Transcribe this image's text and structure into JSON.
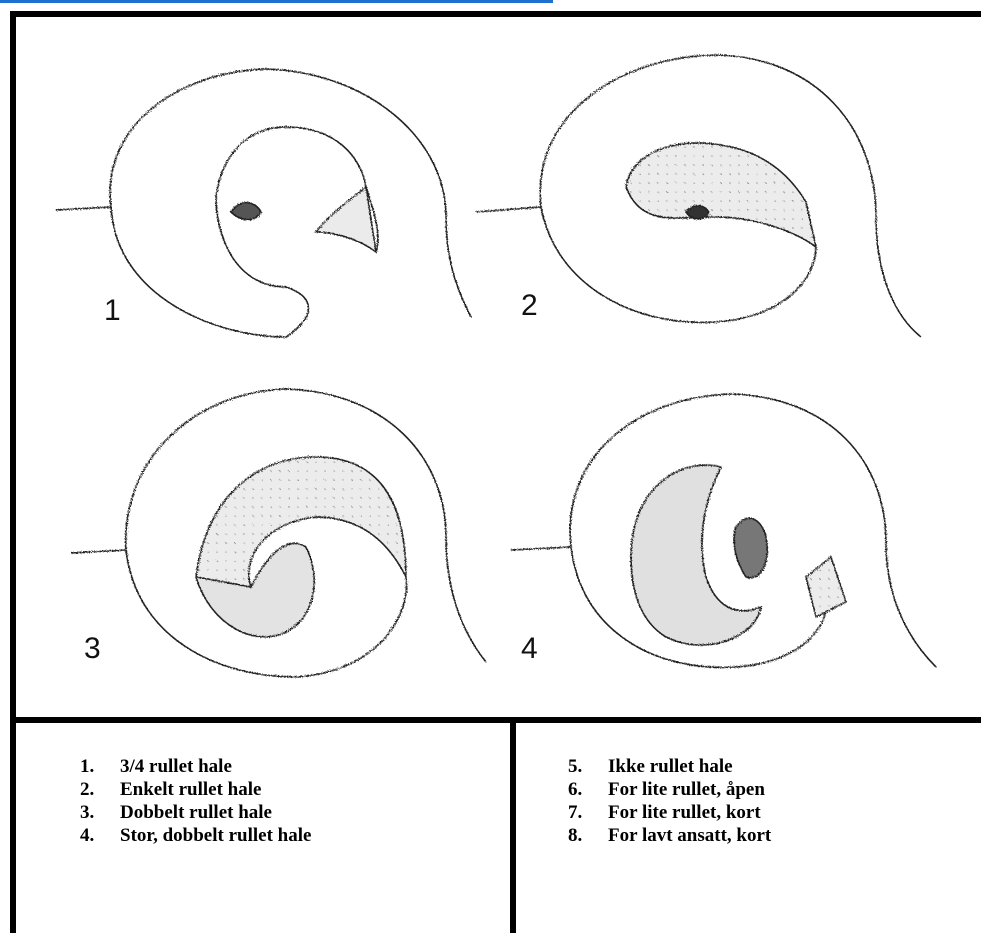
{
  "figure": {
    "panels": [
      {
        "number": "1",
        "label": "3/4 rullet hale"
      },
      {
        "number": "2",
        "label": "Enkelt rullet hale"
      },
      {
        "number": "3",
        "label": "Dobbelt rullet hale"
      },
      {
        "number": "4",
        "label": "Stor, dobbelt rullet hale"
      }
    ]
  },
  "legend": {
    "left": [
      {
        "num": "1.",
        "text": "3/4 rullet hale"
      },
      {
        "num": "2.",
        "text": "Enkelt rullet hale"
      },
      {
        "num": "3.",
        "text": "Dobbelt rullet hale"
      },
      {
        "num": "4.",
        "text": "Stor, dobbelt rullet hale"
      }
    ],
    "right": [
      {
        "num": "5.",
        "text": "Ikke rullet hale"
      },
      {
        "num": "6.",
        "text": "For lite rullet, åpen"
      },
      {
        "num": "7.",
        "text": "For lite rullet, kort"
      },
      {
        "num": "8.",
        "text": "For lavt ansatt, kort"
      }
    ]
  },
  "colors": {
    "accent_rule": "#1f6fd1",
    "border": "#000000",
    "shade": "#e6e6e6"
  }
}
